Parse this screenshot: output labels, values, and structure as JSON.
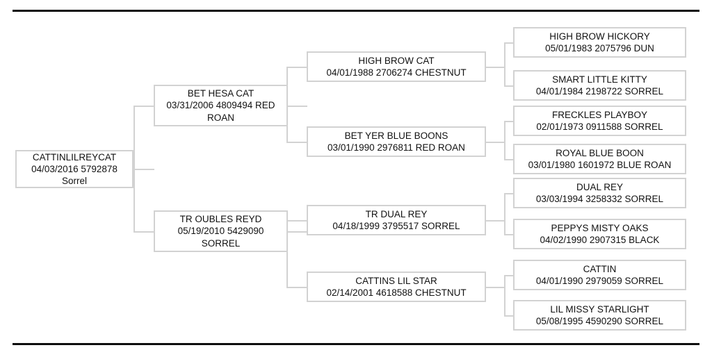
{
  "document": {
    "type": "pedigree-chart",
    "generations": 4,
    "border_color": "#0d0d0d",
    "box_border_color": "#d2d2d2",
    "text_color": "#111111"
  },
  "pedigree": {
    "subject": {
      "name": "CATTINLILREYCAT",
      "details": "04/03/2016 5792878",
      "color": "Sorrel"
    },
    "gen1": [
      {
        "name": "BET HESA CAT",
        "details": "03/31/2006 4809494 RED",
        "color": "ROAN"
      },
      {
        "name": "TR OUBLES REYD",
        "details": "05/19/2010 5429090",
        "color": "SORREL"
      }
    ],
    "gen2": [
      {
        "name": "HIGH BROW CAT",
        "details": "04/01/1988 2706274 CHESTNUT"
      },
      {
        "name": "BET YER BLUE BOONS",
        "details": "03/01/1990 2976811 RED ROAN"
      },
      {
        "name": "TR DUAL REY",
        "details": "04/18/1999 3795517 SORREL"
      },
      {
        "name": "CATTINS LIL STAR",
        "details": "02/14/2001 4618588 CHESTNUT"
      }
    ],
    "gen3": [
      {
        "name": "HIGH BROW HICKORY",
        "details": "05/01/1983 2075796 DUN"
      },
      {
        "name": "SMART LITTLE KITTY",
        "details": "04/01/1984 2198722 SORREL"
      },
      {
        "name": "FRECKLES PLAYBOY",
        "details": "02/01/1973 0911588 SORREL"
      },
      {
        "name": "ROYAL BLUE BOON",
        "details": "03/01/1980 1601972 BLUE ROAN"
      },
      {
        "name": "DUAL REY",
        "details": "03/03/1994 3258332 SORREL"
      },
      {
        "name": "PEPPYS MISTY OAKS",
        "details": "04/02/1990 2907315 BLACK"
      },
      {
        "name": "CATTIN",
        "details": "04/01/1990 2979059 SORREL"
      },
      {
        "name": "LIL MISSY STARLIGHT",
        "details": "05/08/1995 4590290 SORREL"
      }
    ]
  }
}
